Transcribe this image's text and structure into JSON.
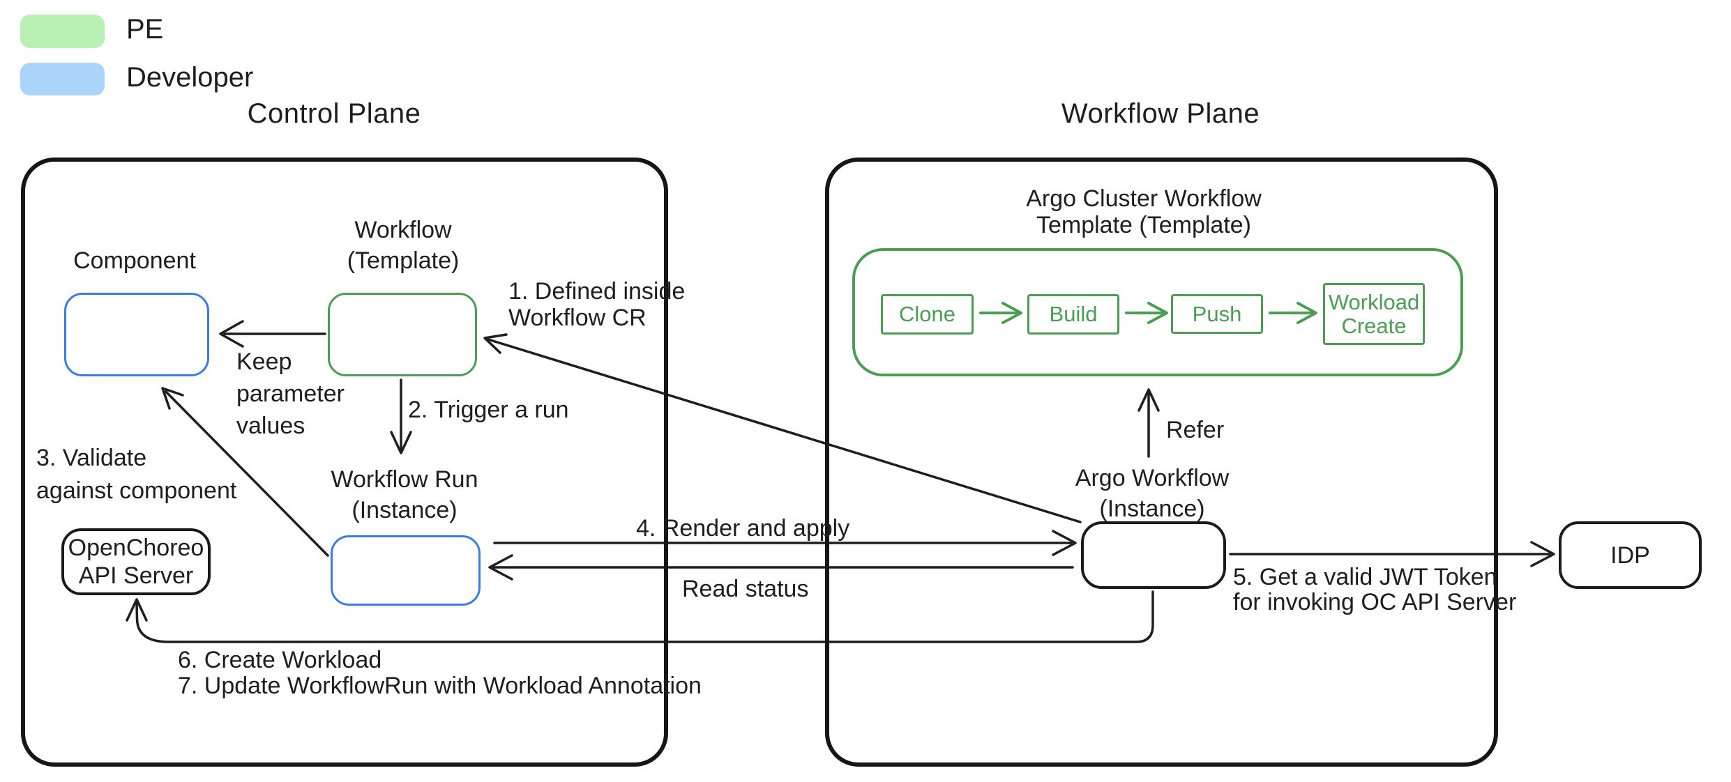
{
  "legend": {
    "items": [
      {
        "label": "PE",
        "color": "#b9f0b4"
      },
      {
        "label": "Developer",
        "color": "#abd4fa"
      }
    ]
  },
  "planes": {
    "control": {
      "title": "Control Plane"
    },
    "workflow": {
      "title": "Workflow Plane"
    }
  },
  "nodes": {
    "component": {
      "label": "Component"
    },
    "workflow_template": {
      "label": "Workflow\n(Template)"
    },
    "workflow_run": {
      "label": "Workflow Run\n(Instance)"
    },
    "openchoreo": {
      "label": "OpenChoreo\nAPI Server"
    },
    "argo_workflow": {
      "label": "Argo Workflow\n(Instance)"
    },
    "idp": {
      "label": "IDP"
    }
  },
  "argo_template": {
    "title": "Argo Cluster Workflow\nTemplate (Template)",
    "steps": [
      "Clone",
      "Build",
      "Push",
      "Workload Create"
    ]
  },
  "annotations": {
    "defined_inside": "1. Defined inside\nWorkflow CR",
    "trigger": "2. Trigger a run",
    "validate": "3. Validate\nagainst component",
    "render_apply": "4. Render and apply",
    "read_status": "Read status",
    "keep_params": "Keep\nparameter\nvalues",
    "jwt": "5. Get a valid JWT Token\nfor invoking OC API Server",
    "create_workload": "6. Create Workload",
    "update_run": "7. Update WorkflowRun with Workload Annotation",
    "refer": "Refer"
  },
  "colors": {
    "ink": "#1e1e1e",
    "green_border": "#4a9e52",
    "blue_border": "#3a7de0",
    "legend_green": "#b9f0b4",
    "legend_blue": "#abd4fa"
  }
}
